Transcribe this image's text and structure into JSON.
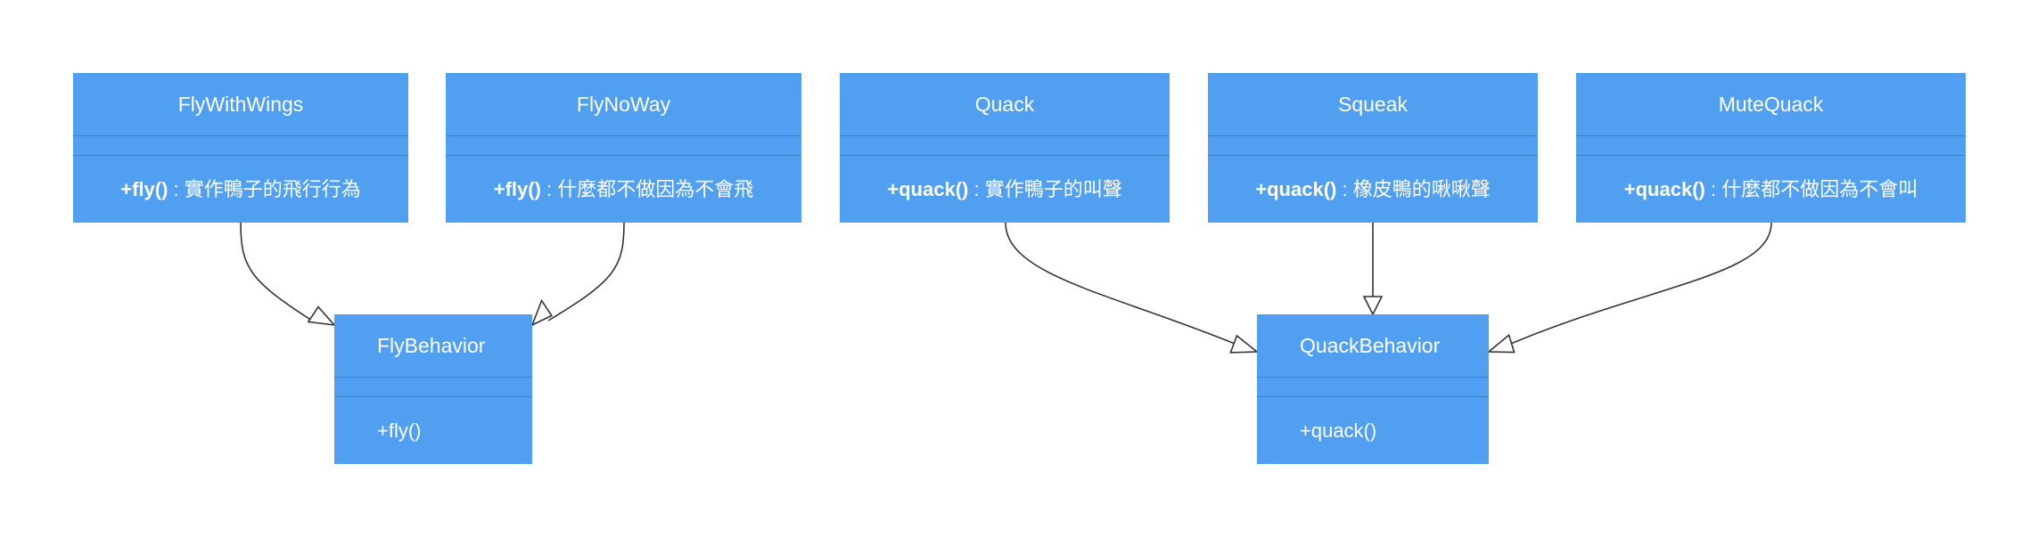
{
  "diagram": {
    "classes": {
      "fly_with_wings": {
        "name": "FlyWithWings",
        "op_signature": "+fly()",
        "op_separator": " : ",
        "op_desc": "實作鴨子的飛行行為"
      },
      "fly_no_way": {
        "name": "FlyNoWay",
        "op_signature": "+fly()",
        "op_separator": " : ",
        "op_desc": "什麼都不做因為不會飛"
      },
      "quack": {
        "name": "Quack",
        "op_signature": "+quack()",
        "op_separator": " : ",
        "op_desc": "實作鴨子的叫聲"
      },
      "squeak": {
        "name": "Squeak",
        "op_signature": "+quack()",
        "op_separator": " : ",
        "op_desc": "橡皮鴨的啾啾聲"
      },
      "mute_quack": {
        "name": "MuteQuack",
        "op_signature": "+quack()",
        "op_separator": " : ",
        "op_desc": "什麼都不做因為不會叫"
      },
      "fly_behavior": {
        "name": "FlyBehavior",
        "op": "+fly()"
      },
      "quack_behavior": {
        "name": "QuackBehavior",
        "op": "+quack()"
      }
    },
    "relations": [
      {
        "from": "FlyWithWings",
        "to": "FlyBehavior",
        "type": "realization"
      },
      {
        "from": "FlyNoWay",
        "to": "FlyBehavior",
        "type": "realization"
      },
      {
        "from": "Quack",
        "to": "QuackBehavior",
        "type": "realization"
      },
      {
        "from": "Squeak",
        "to": "QuackBehavior",
        "type": "realization"
      },
      {
        "from": "MuteQuack",
        "to": "QuackBehavior",
        "type": "realization"
      }
    ],
    "colors": {
      "box_fill": "#519ff1",
      "box_divider": "#3a82d0",
      "text": "#ffffff",
      "connector": "#333333"
    }
  }
}
